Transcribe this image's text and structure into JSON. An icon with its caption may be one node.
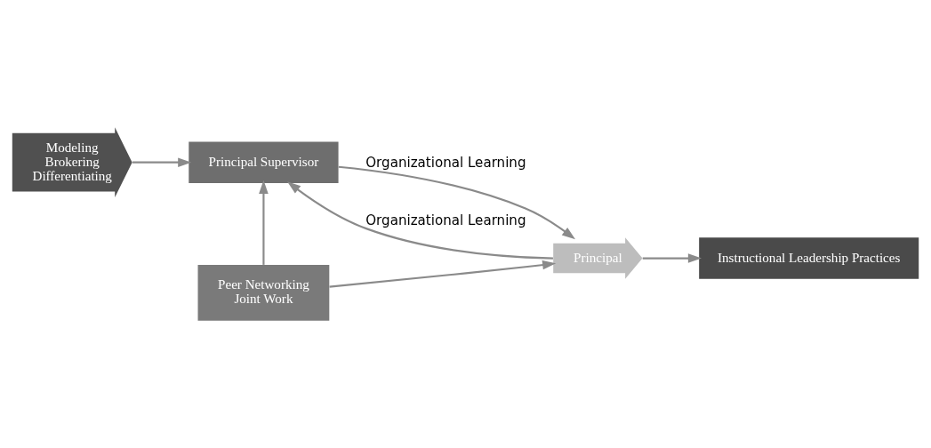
{
  "diagram": {
    "nodes": [
      {
        "text": [
          "Modeling",
          "Brokering",
          "Differentiating"
        ]
      },
      {
        "text": [
          "Principal Supervisor"
        ]
      },
      {
        "text": [
          "Peer Networking",
          "Joint Work"
        ]
      },
      {
        "text": [
          "Principal"
        ]
      },
      {
        "text": [
          "Instructional Leadership Practices"
        ]
      }
    ],
    "edges": [
      {
        "from": 0,
        "to": 1,
        "arrow": "to"
      },
      {
        "from": 2,
        "to": 1,
        "arrow": "to"
      },
      {
        "from": 2,
        "to": 3,
        "arrow": "to"
      },
      {
        "from": 3,
        "to": 4,
        "arrow": "to"
      },
      {
        "from": 3,
        "to": 1,
        "arrow": "to",
        "label": "Organizational Learning"
      },
      {
        "from": 1,
        "to": 3,
        "arrow": "to",
        "label": "Organizational Learning"
      }
    ]
  }
}
